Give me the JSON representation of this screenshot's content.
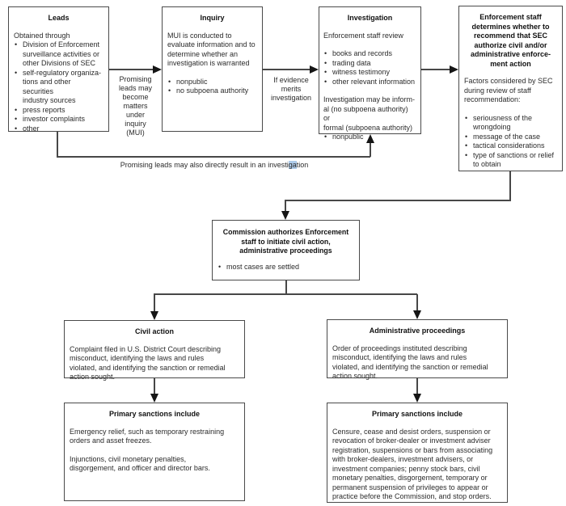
{
  "diagram": {
    "boxes": {
      "leads": {
        "title": "Leads",
        "intro": "Obtained through",
        "bullets": [
          "Division of Enforcement\nsurveillance activities or\nother Divisions of SEC",
          "self-regulatory organiza-\ntions and other securities\nindustry sources",
          "press reports",
          "investor complaints",
          "other"
        ]
      },
      "inquiry": {
        "title": "Inquiry",
        "intro": "MUI is conducted to\nevaluate information and to\ndetermine whether an\ninvestigation is warranted",
        "bullets": [
          "nonpublic",
          "no subpoena authority"
        ]
      },
      "investigation": {
        "title": "Investigation",
        "intro": "Enforcement staff review",
        "bullets": [
          "books and records",
          "trading data",
          "witness testimony",
          "other relevant information"
        ],
        "para2": "Investigation may be inform-\nal (no subpoena authority) or\nformal (subpoena authority)",
        "bullets2": [
          "nonpublic"
        ]
      },
      "enforcement": {
        "title": "Enforcement staff\ndetermines whether to\nrecommend that SEC\nauthorize civil and/or\nadministrative enforce-\nment action",
        "intro": "Factors considered by SEC\nduring review of staff\nrecommendation:",
        "bullets": [
          "seriousness of the\nwrongdoing",
          "message of the case",
          "tactical considerations",
          "type of sanctions or relief\nto obtain"
        ]
      },
      "commission": {
        "title": "Commission authorizes Enforcement\nstaff to initiate civil action,\nadministrative proceedings",
        "bullets": [
          "most cases are settled"
        ]
      },
      "civil": {
        "title": "Civil action",
        "body": "Complaint filed in U.S. District Court describing\nmisconduct, identifying the laws and rules\nviolated, and identifying the sanction or remedial\naction sought."
      },
      "admin": {
        "title": "Administrative proceedings",
        "body": "Order of proceedings instituted describing\nmisconduct, identifying the laws and rules\nviolated, and identifying the sanction or remedial\naction sought."
      },
      "sanctions_left": {
        "title": "Primary sanctions include",
        "para1": "Emergency relief, such as temporary restraining\norders and asset freezes.",
        "para2": "Injunctions, civil monetary penalties,\ndisgorgement, and officer and director bars."
      },
      "sanctions_right": {
        "title": "Primary sanctions include",
        "body": "Censure, cease and desist orders, suspension or\nrevocation of broker-dealer or investment adviser\nregistration, suspensions or bars from associating\nwith broker-dealers, investment advisers, or\ninvestment companies; penny stock bars, civil\nmonetary penalties, disgorgement, temporary or\npermanent suspension of privileges to appear or\npractice before the Commission, and stop orders."
      }
    },
    "labels": {
      "mui": "Promising\nleads may\nbecome\nmatters\nunder\ninquiry\n(MUI)",
      "evidence": "If evidence\nmerits\ninvestigation",
      "bypass_before": "Promising leads may also directly result in an investi",
      "bypass_highlight": "ga",
      "bypass_after": "tion"
    },
    "colors": {
      "border": "#4a4a4a",
      "line": "#474747",
      "arrow": "#151515",
      "text": "#2b2b2b",
      "highlight": "#aecbea"
    }
  }
}
